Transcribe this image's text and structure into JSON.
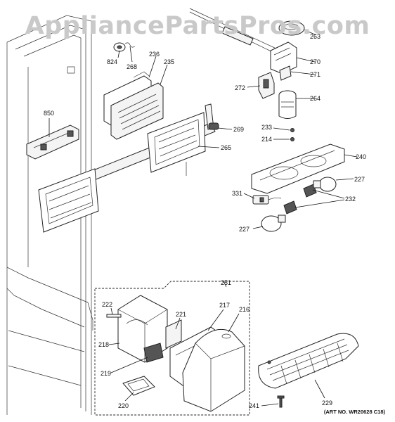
{
  "watermark": "AppliancePartsPros.com",
  "art_number": "(ART NO. WR20628 C18)",
  "labels": {
    "p263": "263",
    "p270": "270",
    "p271": "271",
    "p272": "272",
    "p264": "264",
    "p233": "233",
    "p214": "214",
    "p240": "240",
    "p227a": "227",
    "p227b": "227",
    "p331": "331",
    "p232": "232",
    "p236": "236",
    "p235": "235",
    "p824": "824",
    "p268": "268",
    "p850": "850",
    "p269": "269",
    "p265": "265",
    "p251": "251",
    "p222": "222",
    "p221": "221",
    "p217": "217",
    "p216": "216",
    "p218": "218",
    "p219": "219",
    "p220": "220",
    "p229": "229",
    "p241": "241"
  }
}
